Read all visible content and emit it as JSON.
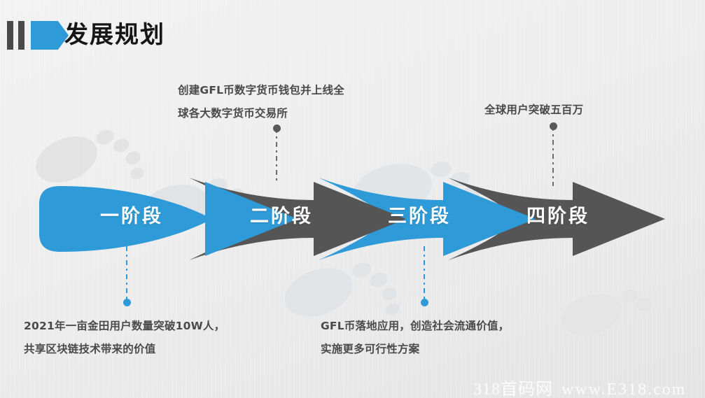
{
  "slide": {
    "title": "发展规划",
    "background_color": "#eeeeee"
  },
  "colors": {
    "accent_blue": "#2e9bd8",
    "accent_gray": "#555555",
    "title_color": "#161616",
    "text_color": "#4a4a4a",
    "label_color": "#ffffff"
  },
  "header": {
    "title": "发展规划",
    "bar_icon_name": "two-bars-icon",
    "chevron_icon_name": "chevron-right-icon"
  },
  "stages": [
    {
      "id": "stage-1",
      "label": "一阶段",
      "color": "#2e9bd8",
      "connector": "down",
      "connector_color": "#2e9bd8"
    },
    {
      "id": "stage-2",
      "label": "二阶段",
      "color": "#555555",
      "connector": "up",
      "connector_color": "#585858"
    },
    {
      "id": "stage-3",
      "label": "三阶段",
      "color": "#2e9bd8",
      "connector": "down",
      "connector_color": "#2e9bd8"
    },
    {
      "id": "stage-4",
      "label": "四阶段",
      "color": "#555555",
      "connector": "up",
      "connector_color": "#585858"
    }
  ],
  "callouts": [
    {
      "id": "callout-stage-2",
      "position": "top",
      "lines": [
        "创建GFL币数字货币钱包并上线全",
        "球各大数字货币交易所"
      ]
    },
    {
      "id": "callout-stage-4",
      "position": "top",
      "lines": [
        "全球用户突破五百万"
      ]
    },
    {
      "id": "callout-stage-1",
      "position": "bottom",
      "lines": [
        "2021年一亩金田用户数量突破10W人，",
        "共享区块链技术带来的价值"
      ]
    },
    {
      "id": "callout-stage-3",
      "position": "bottom",
      "lines": [
        "GFL币落地应用，创造社会流通价值，",
        "实施更多可行性方案"
      ]
    }
  ],
  "watermark": {
    "site_name": "318首码网",
    "url": "www.E318.com"
  }
}
